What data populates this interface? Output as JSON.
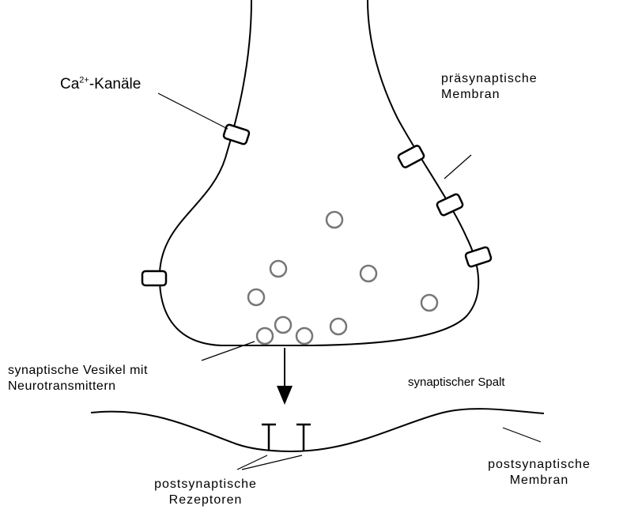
{
  "labels": {
    "ca_channels_prefix": "Ca",
    "ca_channels_sup": "2+",
    "ca_channels_suffix": "-Kanäle",
    "presynaptic_line1": "präsynaptische",
    "presynaptic_line2": "Membran",
    "vesicles_line1": "synaptische Vesikel mit",
    "vesicles_line2": "Neurotransmittern",
    "cleft": "synaptischer Spalt",
    "receptors_line1": "postsynaptische",
    "receptors_line2": "Rezeptoren",
    "postsynaptic_line1": "postsynaptische",
    "postsynaptic_line2": "Membran"
  },
  "colors": {
    "stroke": "#000000",
    "vesicle_fill": "#ffffff",
    "vesicle_ring": "#8a8a8a",
    "background": "#ffffff"
  }
}
